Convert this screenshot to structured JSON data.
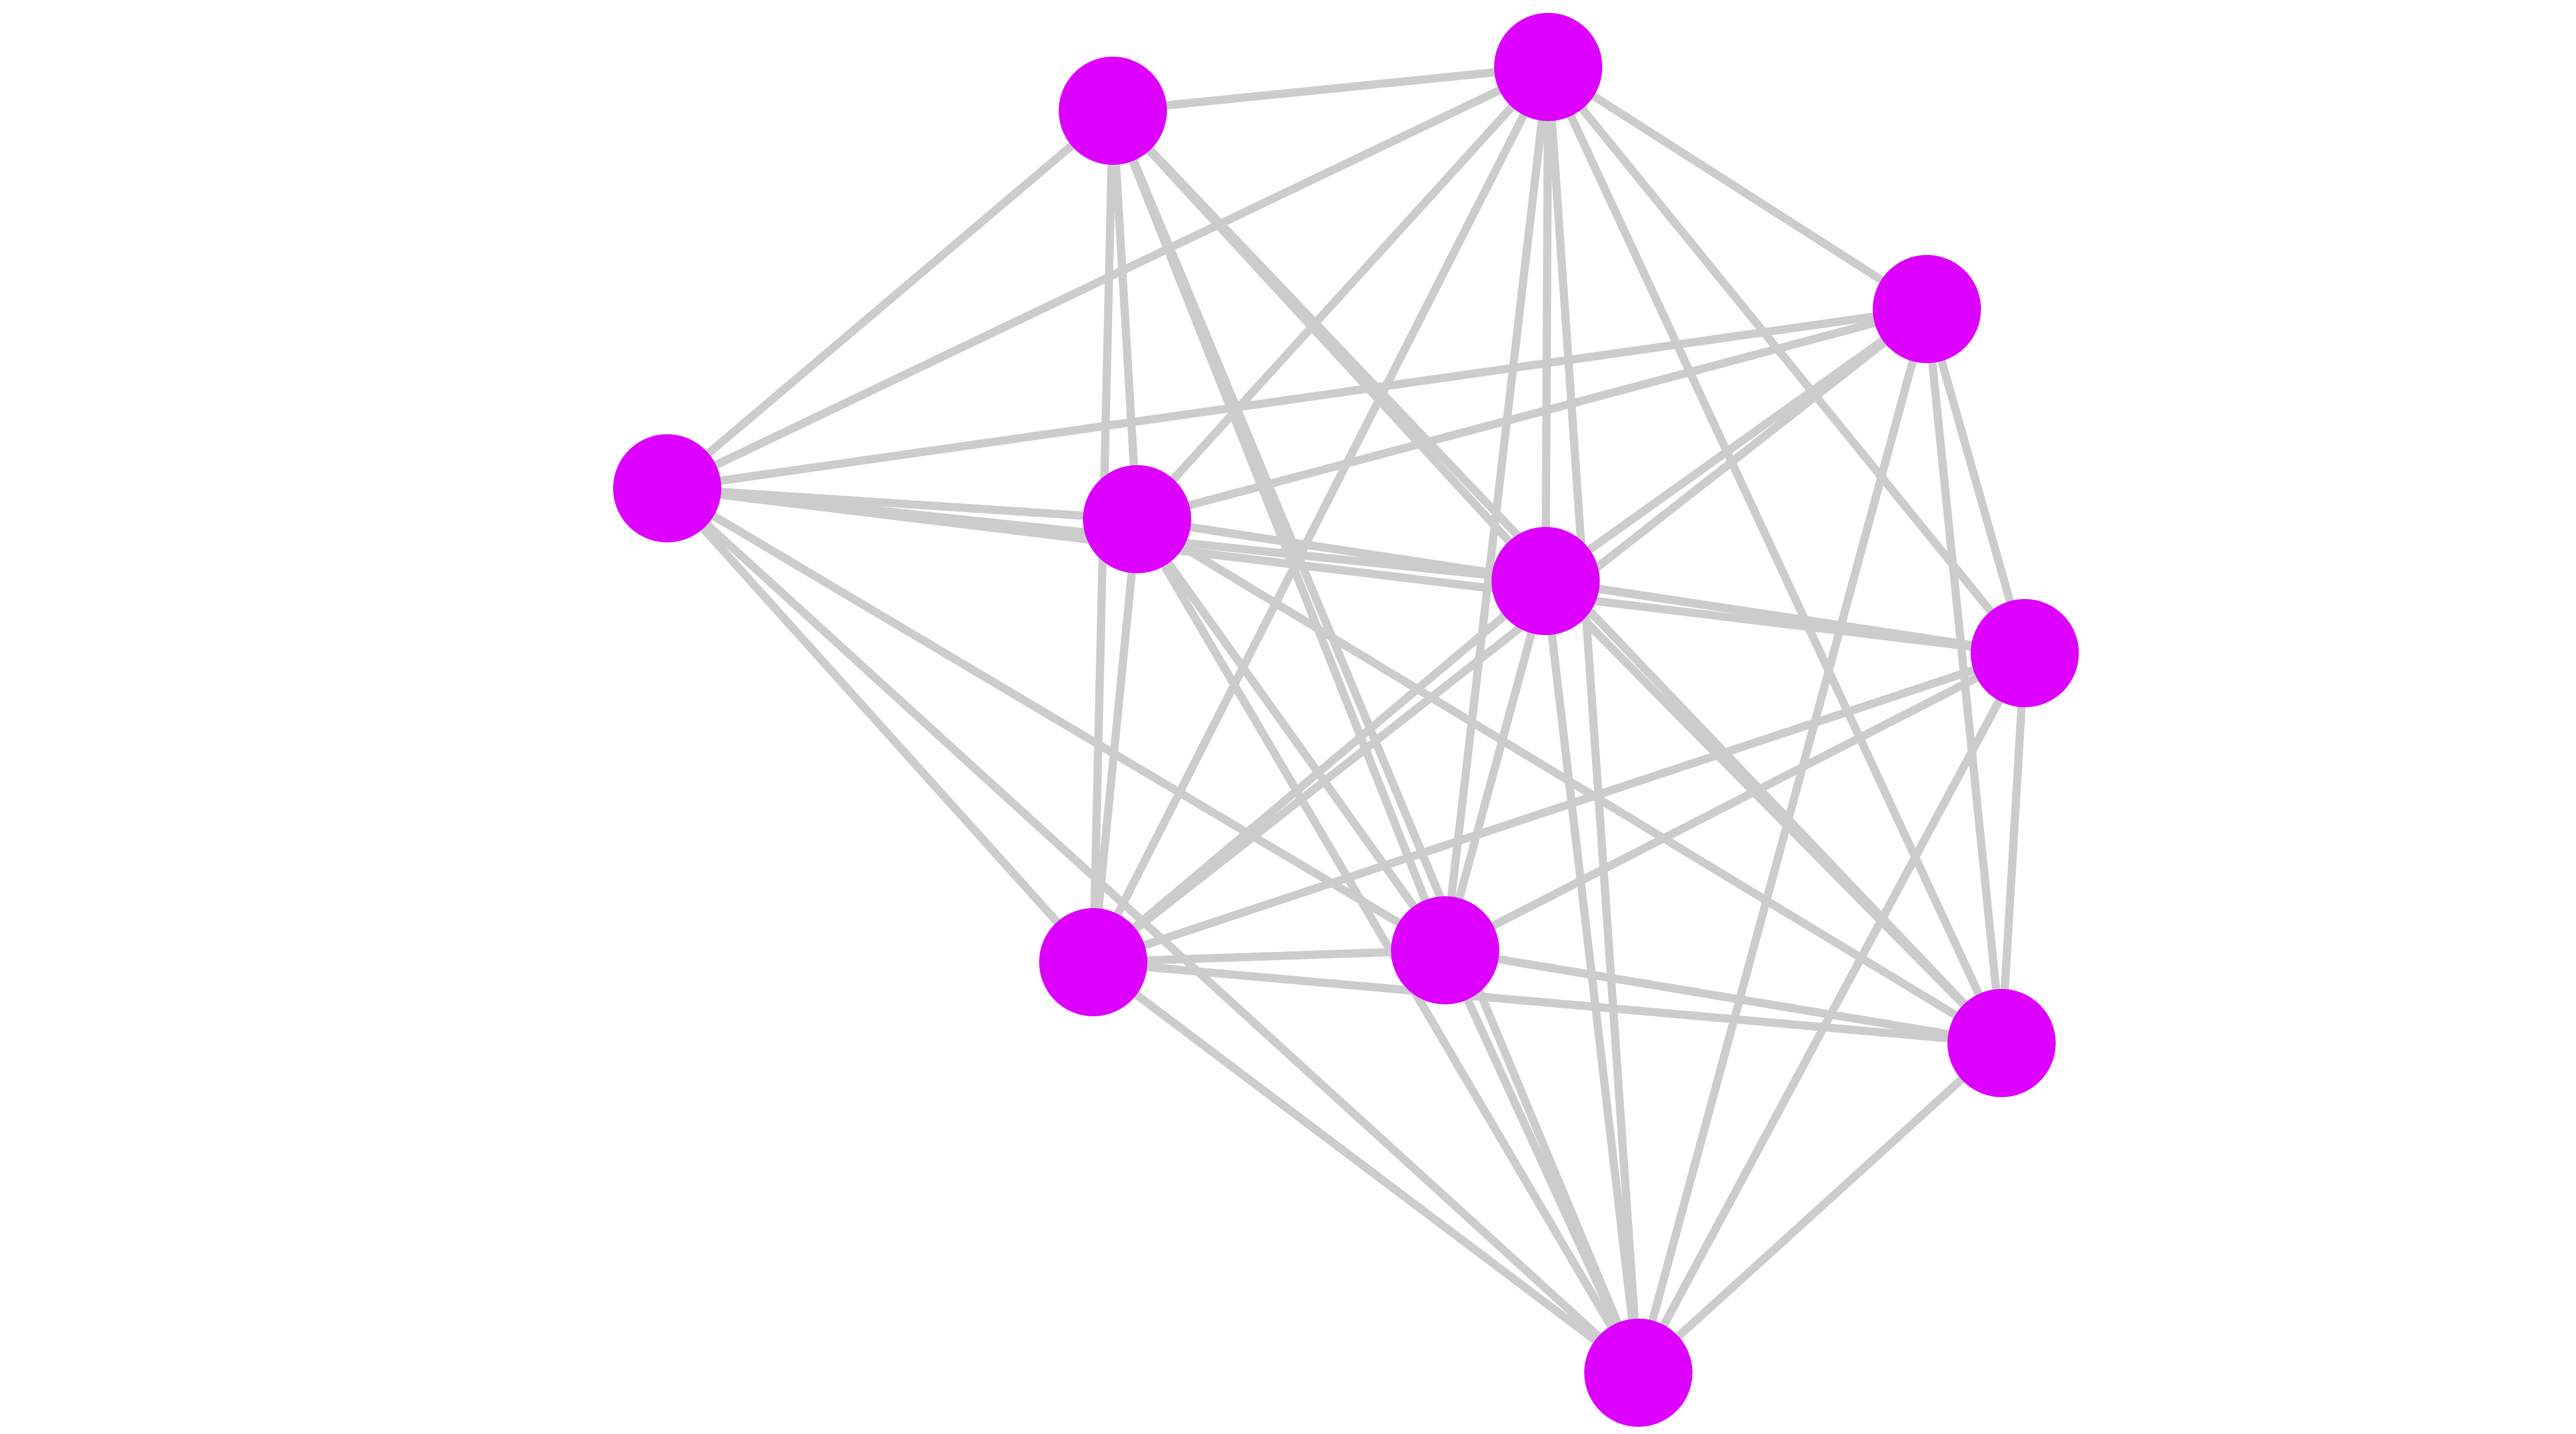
{
  "graph": {
    "node_color": "#dd00ff",
    "edge_color": "#cccccc",
    "background": "#ffffff",
    "nodes": [
      {
        "id": "n0"
      },
      {
        "id": "n1"
      },
      {
        "id": "n2"
      },
      {
        "id": "n3"
      },
      {
        "id": "n4"
      },
      {
        "id": "n5"
      },
      {
        "id": "n6"
      },
      {
        "id": "n7"
      },
      {
        "id": "n8"
      },
      {
        "id": "n9"
      },
      {
        "id": "n10"
      }
    ],
    "edges": [
      [
        "n0",
        "n1"
      ],
      [
        "n0",
        "n2"
      ],
      [
        "n0",
        "n3"
      ],
      [
        "n0",
        "n4"
      ],
      [
        "n0",
        "n5"
      ],
      [
        "n0",
        "n6"
      ],
      [
        "n0",
        "n7"
      ],
      [
        "n0",
        "n8"
      ],
      [
        "n1",
        "n2"
      ],
      [
        "n1",
        "n4"
      ],
      [
        "n1",
        "n5"
      ],
      [
        "n1",
        "n7"
      ],
      [
        "n1",
        "n8"
      ],
      [
        "n1",
        "n9"
      ],
      [
        "n1",
        "n10"
      ],
      [
        "n2",
        "n3"
      ],
      [
        "n2",
        "n4"
      ],
      [
        "n2",
        "n5"
      ],
      [
        "n2",
        "n6"
      ],
      [
        "n2",
        "n7"
      ],
      [
        "n2",
        "n8"
      ],
      [
        "n2",
        "n9"
      ],
      [
        "n2",
        "n10"
      ],
      [
        "n3",
        "n4"
      ],
      [
        "n3",
        "n5"
      ],
      [
        "n3",
        "n6"
      ],
      [
        "n3",
        "n7"
      ],
      [
        "n3",
        "n9"
      ],
      [
        "n3",
        "n10"
      ],
      [
        "n4",
        "n5"
      ],
      [
        "n4",
        "n6"
      ],
      [
        "n4",
        "n7"
      ],
      [
        "n4",
        "n8"
      ],
      [
        "n4",
        "n9"
      ],
      [
        "n4",
        "n10"
      ],
      [
        "n5",
        "n6"
      ],
      [
        "n5",
        "n7"
      ],
      [
        "n5",
        "n8"
      ],
      [
        "n5",
        "n9"
      ],
      [
        "n5",
        "n10"
      ],
      [
        "n6",
        "n7"
      ],
      [
        "n6",
        "n8"
      ],
      [
        "n6",
        "n9"
      ],
      [
        "n6",
        "n10"
      ],
      [
        "n7",
        "n8"
      ],
      [
        "n7",
        "n9"
      ],
      [
        "n7",
        "n10"
      ],
      [
        "n8",
        "n9"
      ],
      [
        "n8",
        "n10"
      ],
      [
        "n9",
        "n10"
      ],
      [
        "n0",
        "n10"
      ]
    ]
  }
}
